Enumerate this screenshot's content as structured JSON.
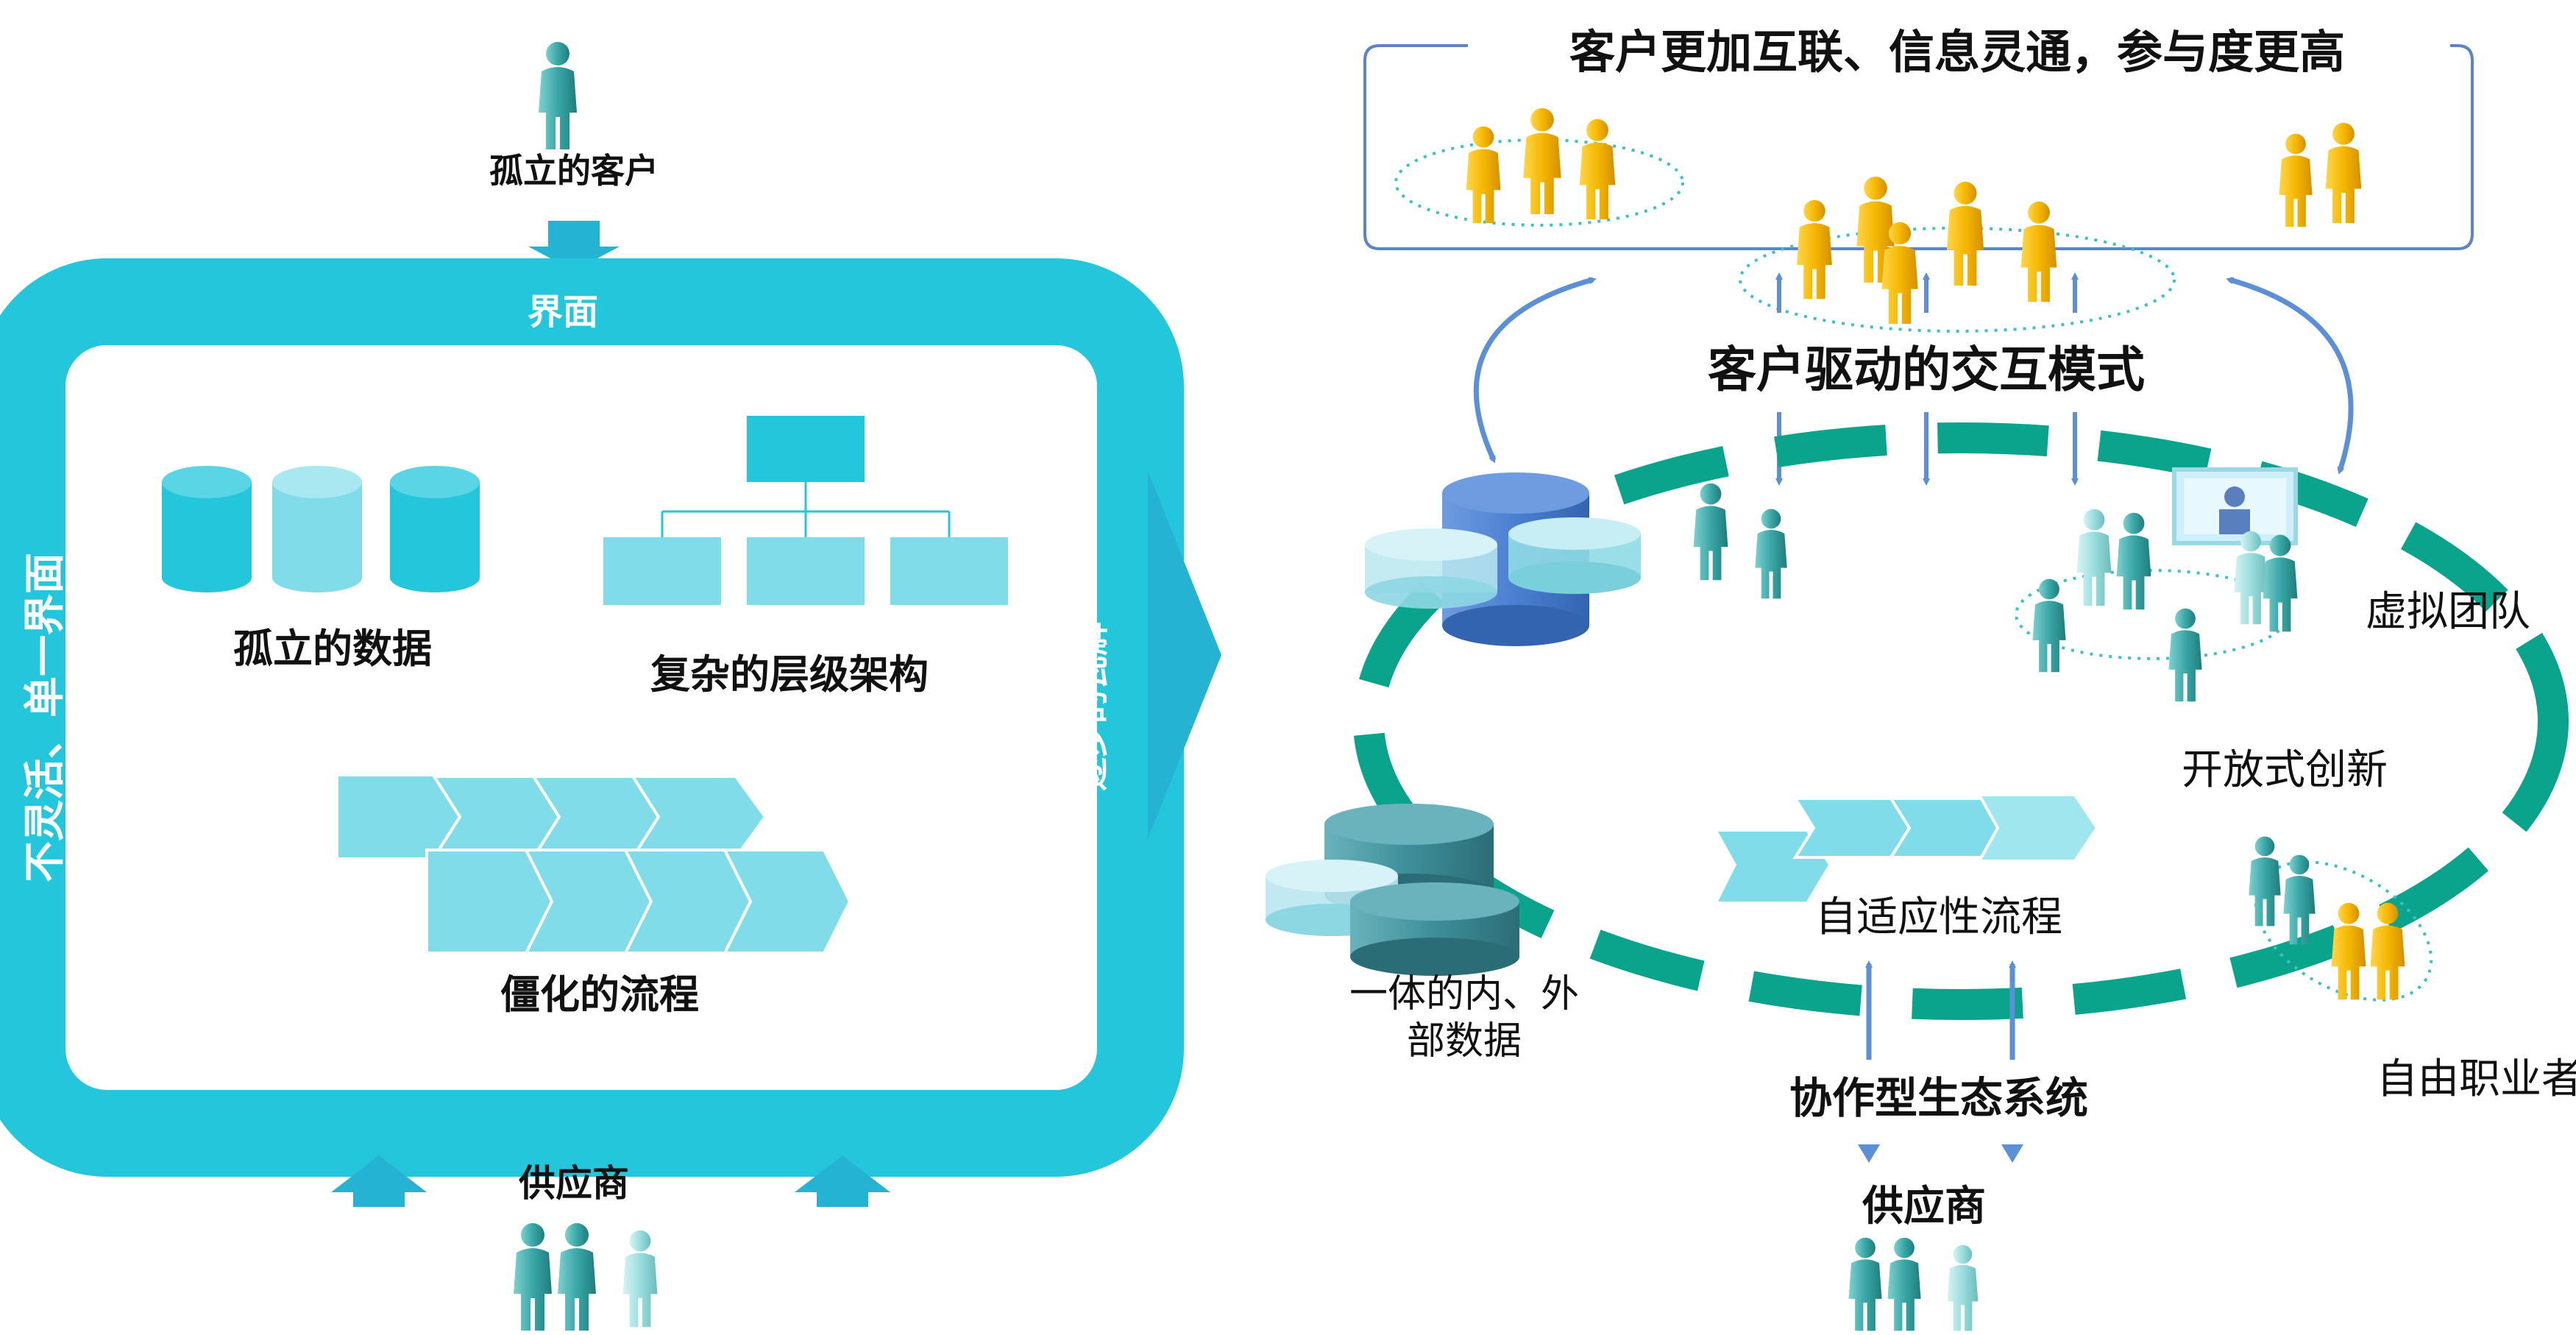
{
  "left": {
    "isolated_customer": "孤立的客户",
    "interface": "界面",
    "vertical_side": "不灵活、单一界面",
    "vertical_right": "逐步的瓦解",
    "isolated_data": "孤立的数据",
    "complex_hierarchy": "复杂的层级架构",
    "rigid_process": "僵化的流程",
    "supplier": "供应商"
  },
  "right": {
    "banner_title": "客户更加互联、信息灵通，参与度更高",
    "interaction_mode": "客户驱动的交互模式",
    "virtual_team": "虚拟团队",
    "open_innovation": "开放式创新",
    "adaptive_process": "自适应性流程",
    "integrated_data_line1": "一体的内、外",
    "integrated_data_line2": "部数据",
    "freelancer": "自由职业者",
    "ecosystem": "协作型生态系统",
    "supplier": "供应商"
  },
  "colors": {
    "cyan_frame": "#24c6dc",
    "cyan_light": "#7fdce8",
    "teal_ring": "#0aa38c",
    "blue_arrow": "#5b8fd6",
    "db_blue": "#4a7fd0",
    "gold_person": "#f5b800",
    "teal_person": "#3aa7a7",
    "banner_border": "#5b85c9"
  }
}
